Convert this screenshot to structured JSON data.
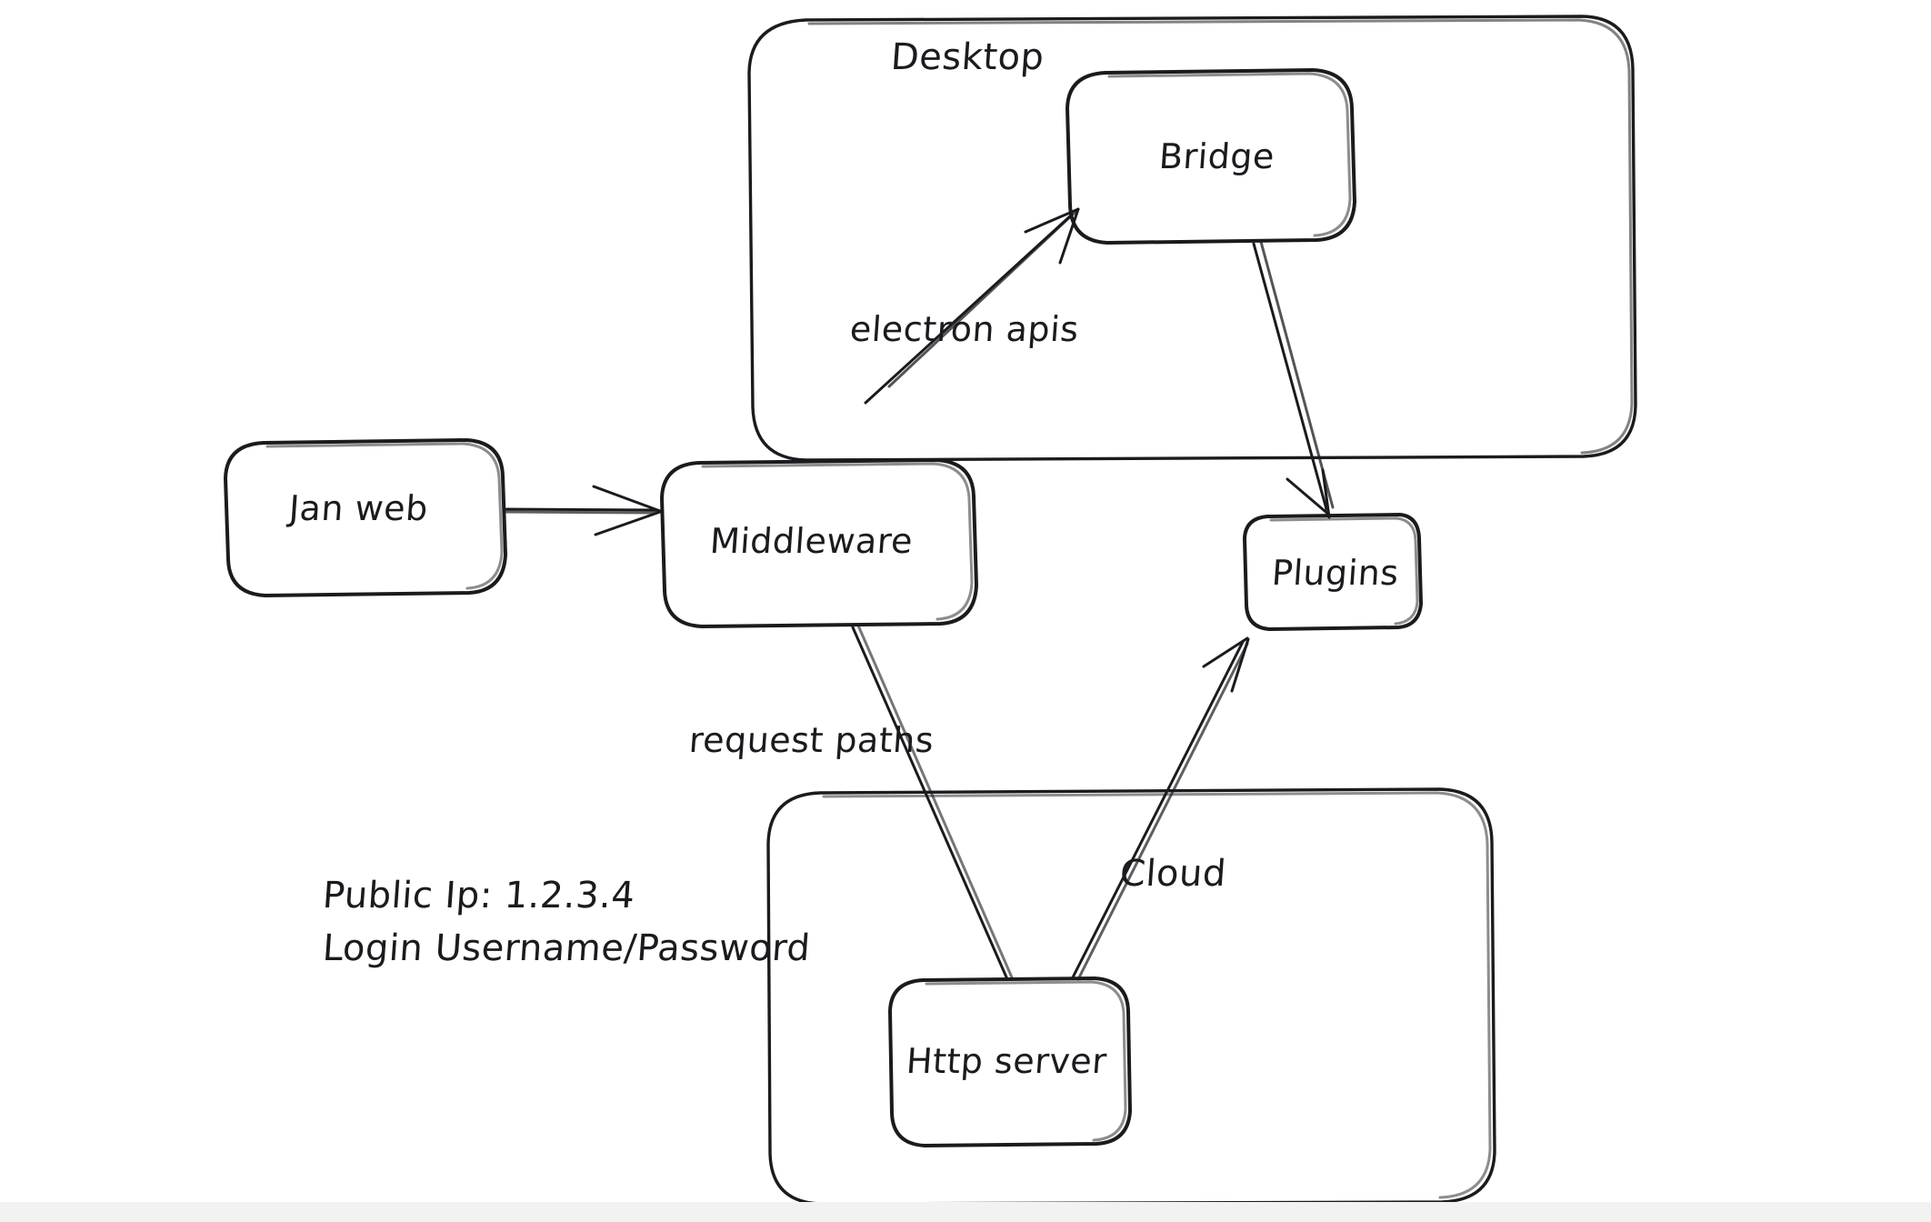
{
  "diagram": {
    "type": "architecture-flow-diagram",
    "style": "hand-drawn-sketch",
    "background_color": "#ffffff",
    "stroke_color": "#1b1b1f",
    "groups": [
      {
        "id": "desktop",
        "label": "Desktop",
        "contains": [
          "bridge"
        ]
      },
      {
        "id": "cloud",
        "label": "Cloud",
        "contains": [
          "http-server"
        ]
      }
    ],
    "nodes": [
      {
        "id": "jan-web",
        "label": "Jan web"
      },
      {
        "id": "middleware",
        "label": "Middleware"
      },
      {
        "id": "bridge",
        "label": "Bridge"
      },
      {
        "id": "plugins",
        "label": "Plugins"
      },
      {
        "id": "http-server",
        "label": "Http server"
      }
    ],
    "edges": [
      {
        "id": "jan-web-to-middleware",
        "from": "jan-web",
        "to": "middleware",
        "label": ""
      },
      {
        "id": "middleware-to-bridge",
        "from": "middleware",
        "to": "bridge",
        "label": "electron apis"
      },
      {
        "id": "bridge-to-plugins",
        "from": "bridge",
        "to": "plugins",
        "label": ""
      },
      {
        "id": "middleware-to-http-server",
        "from": "middleware",
        "to": "http-server",
        "label": "request paths"
      },
      {
        "id": "http-server-to-plugins",
        "from": "http-server",
        "to": "plugins",
        "label": ""
      }
    ],
    "notes": {
      "public_ip_line": "Public Ip: 1.2.3.4",
      "login_line": "Login Username/Password"
    }
  }
}
